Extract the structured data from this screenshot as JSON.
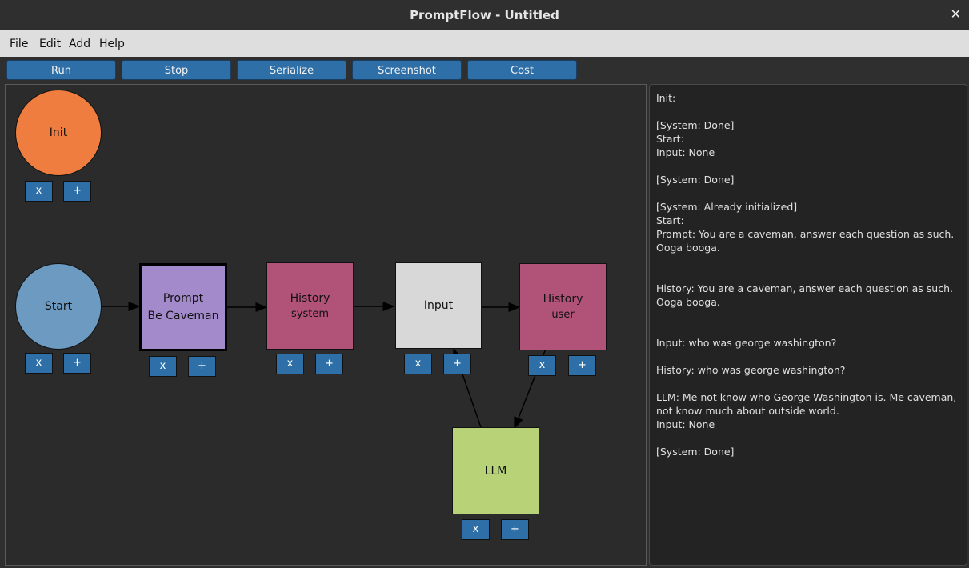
{
  "window": {
    "title": "PromptFlow - Untitled",
    "close": "✕"
  },
  "menu": [
    "File",
    "Edit",
    "Add",
    "Help"
  ],
  "toolbar": [
    "Run",
    "Stop",
    "Serialize",
    "Screenshot",
    "Cost"
  ],
  "nodes": [
    {
      "id": "init",
      "label": "Init",
      "sublabel": "",
      "color": "#ee7d3f"
    },
    {
      "id": "start",
      "label": "Start",
      "sublabel": "",
      "color": "#6c9ac0"
    },
    {
      "id": "prompt",
      "label": "Prompt",
      "sublabel": "Be Caveman",
      "color": "#a38acb"
    },
    {
      "id": "history-system",
      "label": "History",
      "sublabel": "system",
      "color": "#b15278"
    },
    {
      "id": "input",
      "label": "Input",
      "sublabel": "",
      "color": "#d8d8d8"
    },
    {
      "id": "history-user",
      "label": "History",
      "sublabel": "user",
      "color": "#b15278"
    },
    {
      "id": "llm",
      "label": "LLM",
      "sublabel": "",
      "color": "#b8d277"
    }
  ],
  "node_buttons": {
    "remove": "x",
    "add": "+"
  },
  "console_lines": [
    "Init:",
    "",
    "[System: Done]",
    "Start:",
    "Input: None",
    "",
    "[System: Done]",
    "",
    "[System: Already initialized]",
    "Start:",
    "Prompt: You are a caveman, answer each question as such. Ooga booga.",
    "",
    "",
    "History: You are a caveman, answer each question as such. Ooga booga.",
    "",
    "",
    "Input: who was george washington?",
    "",
    "History: who was george washington?",
    "",
    "LLM: Me not know who George Washington is. Me caveman, not know much about outside world.",
    "Input: None",
    "",
    "[System: Done]"
  ]
}
